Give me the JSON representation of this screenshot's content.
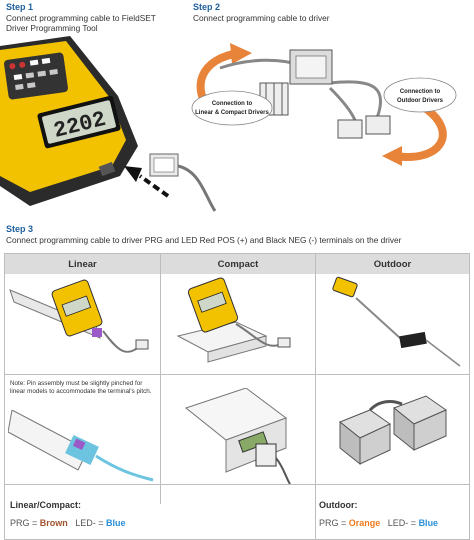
{
  "step1": {
    "title": "Step 1",
    "desc_line1": "Connect programming cable to FieldSET",
    "desc_line2": "Driver Programming Tool",
    "display_text": "2202"
  },
  "step2": {
    "title": "Step 2",
    "desc": "Connect programming cable to driver",
    "callout_left_line1": "Connection to",
    "callout_left_line2": "Linear & Compact Drivers",
    "callout_right_line1": "Connection to",
    "callout_right_line2": "Outdoor Drivers"
  },
  "step3": {
    "title": "Step 3",
    "desc": "Connect programming cable to driver PRG and LED Red POS (+) and Black NEG (-) terminals on the driver"
  },
  "table": {
    "headers": [
      "Linear",
      "Compact",
      "Outdoor"
    ],
    "note": "Note: Pin assembly must be slightly pinched for linear models to accommodate the terminal's pitch."
  },
  "legend": {
    "left_title": "Linear/Compact:",
    "left_prg": "PRG = ",
    "left_prg_color": "Brown",
    "left_led": "LED- = ",
    "left_led_color": "Blue",
    "right_title": "Outdoor:",
    "right_prg": "PRG = ",
    "right_prg_color": "Orange",
    "right_led": "LED- = ",
    "right_led_color": "Blue"
  },
  "colors": {
    "step_title": "#1f5f9e",
    "tool_yellow": "#f2c200",
    "arrow_orange": "#e8843a",
    "brown": "#a0522d",
    "blue": "#2a8fd8",
    "orange": "#f07a1e"
  }
}
